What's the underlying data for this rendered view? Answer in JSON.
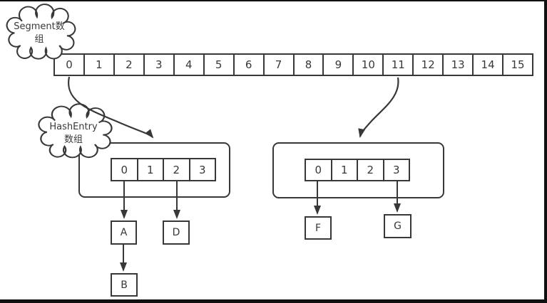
{
  "diagram": {
    "clouds": {
      "segment": {
        "line1": "Segment数",
        "line2": "组"
      },
      "hashentry": {
        "line1": "HashEntry",
        "line2": "数组"
      }
    },
    "segment_array": {
      "cells": [
        "0",
        "1",
        "2",
        "3",
        "4",
        "5",
        "6",
        "7",
        "8",
        "9",
        "10",
        "11",
        "12",
        "13",
        "14",
        "15"
      ]
    },
    "buckets": {
      "left": {
        "cells": [
          "0",
          "1",
          "2",
          "3"
        ]
      },
      "right": {
        "cells": [
          "0",
          "1",
          "2",
          "3"
        ]
      }
    },
    "nodes": {
      "A": "A",
      "B": "B",
      "D": "D",
      "F": "F",
      "G": "G"
    },
    "colors": {
      "stroke": "#383838",
      "text": "#383838",
      "background": "#ffffff",
      "frame_border": "#101010"
    }
  }
}
